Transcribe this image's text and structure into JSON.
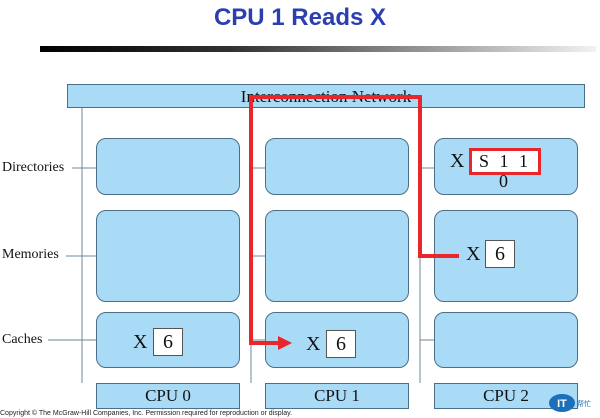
{
  "title": "CPU 1 Reads X",
  "network_label": "Interconnection Network",
  "row_labels": {
    "directories": "Directories",
    "memories": "Memories",
    "caches": "Caches"
  },
  "cpus": [
    "CPU 0",
    "CPU 1",
    "CPU 2"
  ],
  "cache_cpu0": {
    "var": "X",
    "value": "6"
  },
  "cache_cpu1": {
    "var": "X",
    "value": "6"
  },
  "directory_cpu2": {
    "var": "X",
    "state": "S 1 1 0"
  },
  "memory_cpu2": {
    "var": "X",
    "value": "6"
  },
  "copyright": "Copyright © The McGraw-Hill Companies, Inc. Permission required for reproduction or display.",
  "logo_text": "IT",
  "colors": {
    "box_fill": "#a9dbf6",
    "arrow": "#e8262b",
    "title": "#2b3fb0"
  }
}
